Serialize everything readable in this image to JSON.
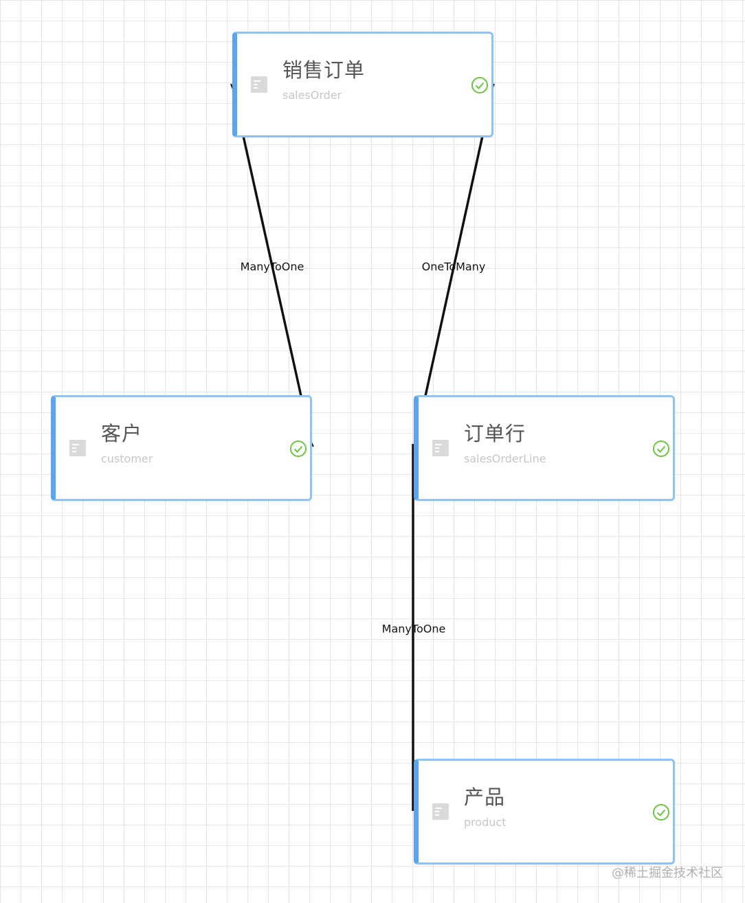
{
  "colors": {
    "node_border": "#8ec3f5",
    "node_accent": "#5ba4ef",
    "status_ok": "#6cc33f",
    "edge": "#111111"
  },
  "nodes": [
    {
      "title": "销售订单",
      "code": "salesOrder",
      "icon": "entity-table-icon",
      "status_icon": "check-circle-icon"
    },
    {
      "title": "客户",
      "code": "customer",
      "icon": "entity-table-icon",
      "status_icon": "check-circle-icon"
    },
    {
      "title": "订单行",
      "code": "salesOrderLine",
      "icon": "entity-table-icon",
      "status_icon": "check-circle-icon"
    },
    {
      "title": "产品",
      "code": "product",
      "icon": "entity-table-icon",
      "status_icon": "check-circle-icon"
    }
  ],
  "edges": [
    {
      "from": "销售订单",
      "to": "客户",
      "label": "ManyToOne"
    },
    {
      "from": "销售订单",
      "to": "订单行",
      "label": "OneToMany"
    },
    {
      "from": "订单行",
      "to": "产品",
      "label": "ManyToOne"
    }
  ],
  "watermark": "@稀土掘金技术社区"
}
